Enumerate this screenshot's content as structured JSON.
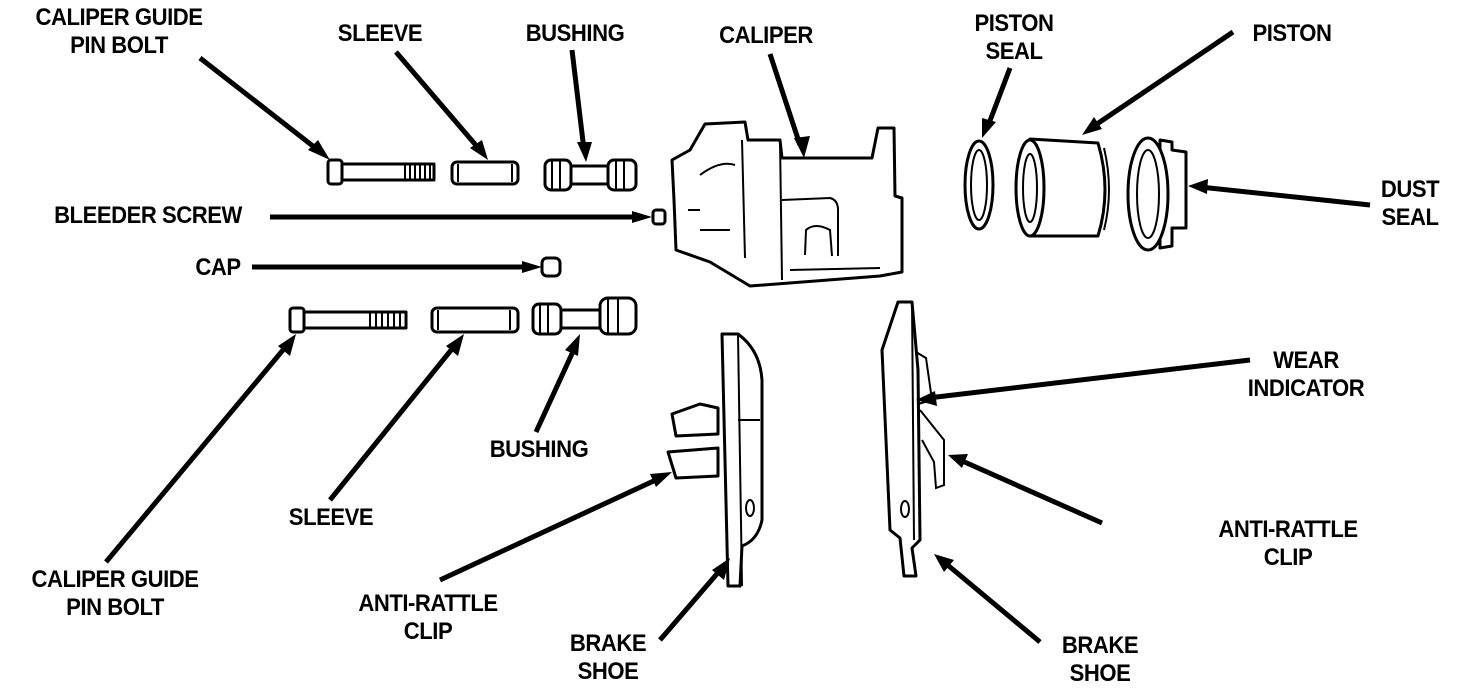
{
  "diagram": {
    "title": "Disc Brake Caliper Exploded View",
    "labels": {
      "caliper_guide_pin_bolt_top": [
        "CALIPER GUIDE",
        "PIN BOLT"
      ],
      "sleeve_top": [
        "SLEEVE"
      ],
      "bushing_top": [
        "BUSHING"
      ],
      "caliper": [
        "CALIPER"
      ],
      "piston_seal": [
        "PISTON",
        "SEAL"
      ],
      "piston": [
        "PISTON"
      ],
      "dust_seal": [
        "DUST",
        "SEAL"
      ],
      "bleeder_screw": [
        "BLEEDER SCREW"
      ],
      "cap": [
        "CAP"
      ],
      "bushing_bottom": [
        "BUSHING"
      ],
      "sleeve_bottom": [
        "SLEEVE"
      ],
      "caliper_guide_pin_bolt_bottom": [
        "CALIPER GUIDE",
        "PIN BOLT"
      ],
      "anti_rattle_clip_left": [
        "ANTI-RATTLE",
        "CLIP"
      ],
      "brake_shoe_left": [
        "BRAKE",
        "SHOE"
      ],
      "wear_indicator": [
        "WEAR",
        "INDICATOR"
      ],
      "anti_rattle_clip_right": [
        "ANTI-RATTLE",
        "CLIP"
      ],
      "brake_shoe_right": [
        "BRAKE",
        "SHOE"
      ]
    },
    "colors": {
      "ink": "#000000",
      "paper": "#ffffff"
    }
  }
}
